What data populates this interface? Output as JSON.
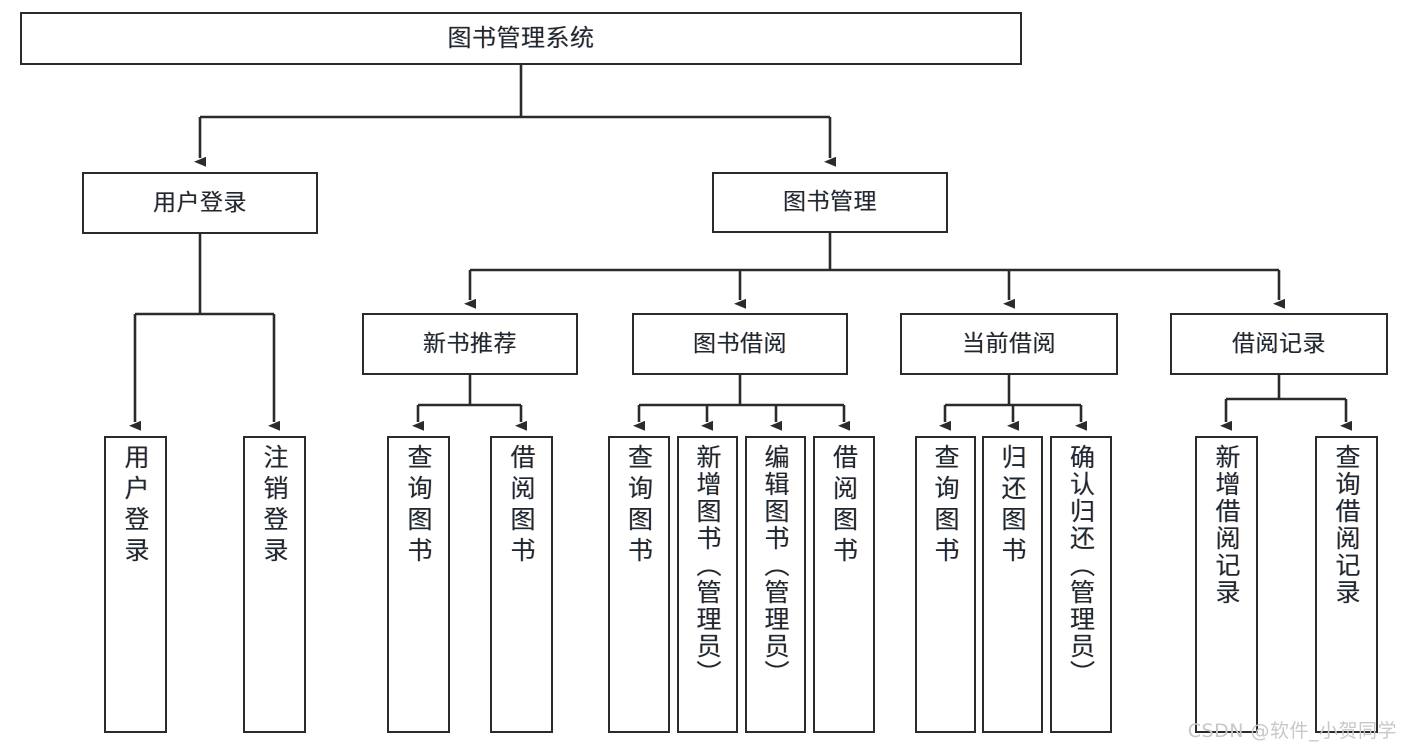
{
  "diagram": {
    "type": "tree-hierarchy",
    "title": "图书管理系统",
    "stroke_color": "#2b2b2b",
    "fill_color": "#ffffff",
    "text_color": "#20272e",
    "root": {
      "id": "root",
      "label": "图书管理系统"
    },
    "level1": [
      {
        "id": "user-login",
        "label": "用户登录"
      },
      {
        "id": "book-management",
        "label": "图书管理"
      }
    ],
    "level2": [
      {
        "id": "new-book-recommend",
        "label": "新书推荐",
        "parent": "book-management"
      },
      {
        "id": "book-borrow",
        "label": "图书借阅",
        "parent": "book-management"
      },
      {
        "id": "current-borrow",
        "label": "当前借阅",
        "parent": "book-management"
      },
      {
        "id": "borrow-record",
        "label": "借阅记录",
        "parent": "book-management"
      }
    ],
    "leaves": {
      "user-login": [
        {
          "id": "leaf-user-login",
          "label": "用户登录"
        },
        {
          "id": "leaf-logout",
          "label": "注销登录"
        }
      ],
      "new-book-recommend": [
        {
          "id": "leaf-query-book-1",
          "label": "查询图书"
        },
        {
          "id": "leaf-borrow-book-1",
          "label": "借阅图书"
        }
      ],
      "book-borrow": [
        {
          "id": "leaf-query-book-2",
          "label": "查询图书"
        },
        {
          "id": "leaf-add-book",
          "label": "新增图书（管理员）"
        },
        {
          "id": "leaf-edit-book",
          "label": "编辑图书（管理员）"
        },
        {
          "id": "leaf-borrow-book-2",
          "label": "借阅图书"
        }
      ],
      "current-borrow": [
        {
          "id": "leaf-query-book-3",
          "label": "查询图书"
        },
        {
          "id": "leaf-return-book",
          "label": "归还图书"
        },
        {
          "id": "leaf-confirm-return",
          "label": "确认归还（管理员）"
        }
      ],
      "borrow-record": [
        {
          "id": "leaf-add-record",
          "label": "新增借阅记录"
        },
        {
          "id": "leaf-query-record",
          "label": "查询借阅记录"
        }
      ]
    }
  },
  "watermark": {
    "text": "CSDN @软件_小贺同学"
  }
}
